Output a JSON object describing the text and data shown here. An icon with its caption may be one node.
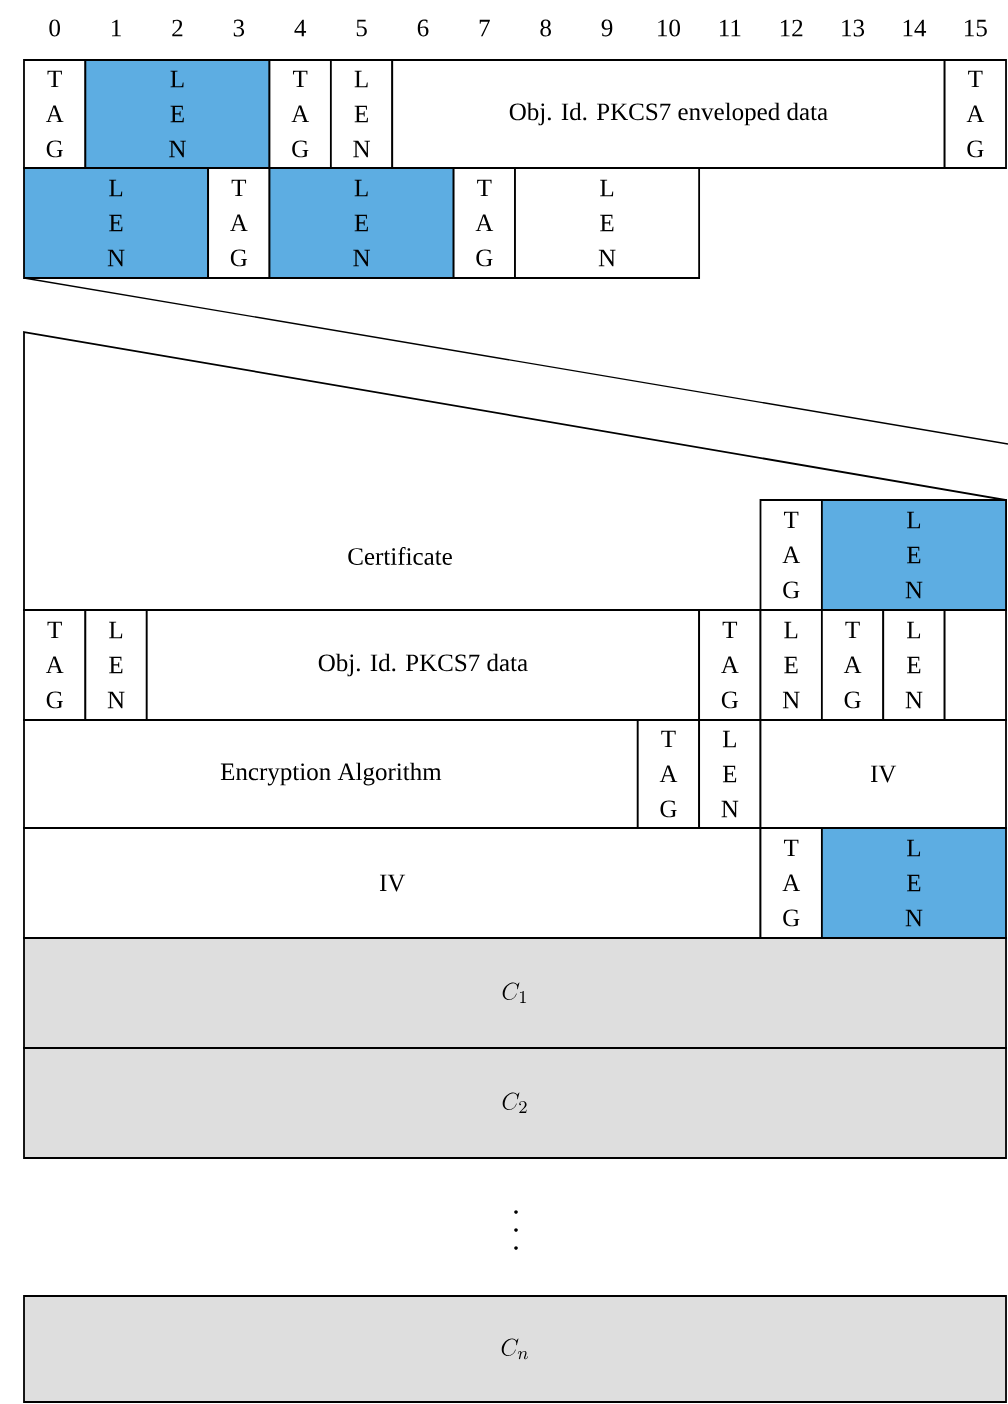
{
  "diagram": {
    "nodes": [
      {
        "text": [
          "T A G"
        ]
      },
      {
        "text": [
          "L E N"
        ]
      },
      {
        "text": [
          "T A G"
        ]
      },
      {
        "text": [
          "L E N"
        ]
      },
      {
        "text": [
          "Obj. Id. PKCS7 enveloped data"
        ]
      },
      {
        "text": [
          "T A G"
        ]
      },
      {
        "text": [
          "L E N"
        ]
      },
      {
        "text": [
          "T A G"
        ]
      },
      {
        "text": [
          "L E N"
        ]
      },
      {
        "text": [
          "T A G"
        ]
      },
      {
        "text": [
          "L E N"
        ]
      },
      {
        "text": [
          "Certificate"
        ]
      },
      {
        "text": [
          "T A G"
        ],
        "in": 11
      },
      {
        "text": [
          "L E N"
        ],
        "in": 11
      },
      {
        "text": [
          "T A G"
        ]
      },
      {
        "text": [
          "L E N"
        ]
      },
      {
        "text": [
          "Obj. Id. PKCS7 data"
        ]
      },
      {
        "text": [
          "T A G"
        ]
      },
      {
        "text": [
          "L E N"
        ]
      },
      {
        "text": [
          "T A G"
        ]
      },
      {
        "text": [
          "L E N"
        ]
      },
      {
        "text": [],
        "shape": "box"
      },
      {
        "text": [
          "Encryption Algorithm"
        ]
      },
      {
        "text": [
          "T A G"
        ]
      },
      {
        "text": [
          "L E N"
        ]
      },
      {
        "text": [
          "IV"
        ]
      },
      {
        "text": [
          "IV"
        ]
      },
      {
        "text": [
          "T A G"
        ]
      },
      {
        "text": [
          "L E N"
        ]
      },
      {
        "text": [
          "C_1"
        ]
      },
      {
        "text": [
          "C_2"
        ]
      },
      {
        "text": [
          "C_n"
        ]
      }
    ],
    "labels": [
      "0",
      "1",
      "2",
      "3",
      "4",
      "5",
      "6",
      "7",
      "8",
      "9",
      "10",
      "11",
      "12",
      "13",
      "14",
      "15"
    ]
  }
}
